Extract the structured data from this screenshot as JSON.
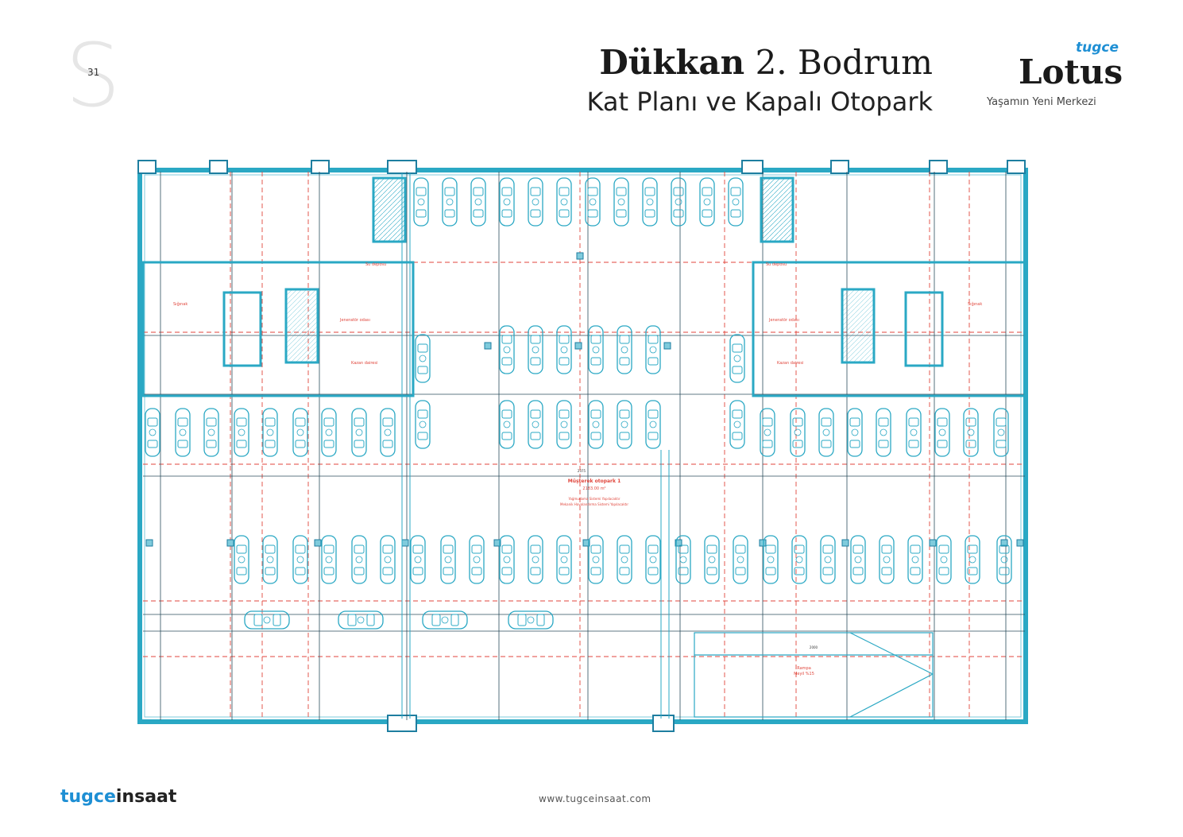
{
  "page": {
    "number": "31",
    "letter": "S"
  },
  "title": {
    "bold": "Dükkan",
    "rest": " 2. Bodrum",
    "line2": "Kat Planı ve Kapalı Otopark"
  },
  "brand": {
    "small": "tugce",
    "name": "Lotus",
    "tagline": "Yaşamın Yeni Merkezi"
  },
  "plan": {
    "main_label": "Müşterek otopark 1",
    "main_area": "2183.00 m²",
    "note1": "Yağmurlama Sistemi Yapılacaktır",
    "note2": "Mekanik Havalandırma Sistemi Yapılacaktır",
    "ramp_label": "Rampa",
    "ramp_slope": "Meyil %15",
    "dim_main": "2375",
    "dim_ramp": "2000",
    "rooms_left": [
      "Sığınak",
      "Jeneratör odası",
      "Su deposu",
      "Kazan dairesi"
    ],
    "rooms_right": [
      "Sığınak",
      "Jeneratör odası",
      "Su deposu",
      "Kazan dairesi"
    ],
    "colors": {
      "line": "#2aa8c4",
      "red": "#e0463c",
      "wall": "#1e7ea0"
    }
  },
  "footer": {
    "logo_a": "tugce",
    "logo_b": "insaat",
    "url": "www.tugceinsaat.com"
  }
}
